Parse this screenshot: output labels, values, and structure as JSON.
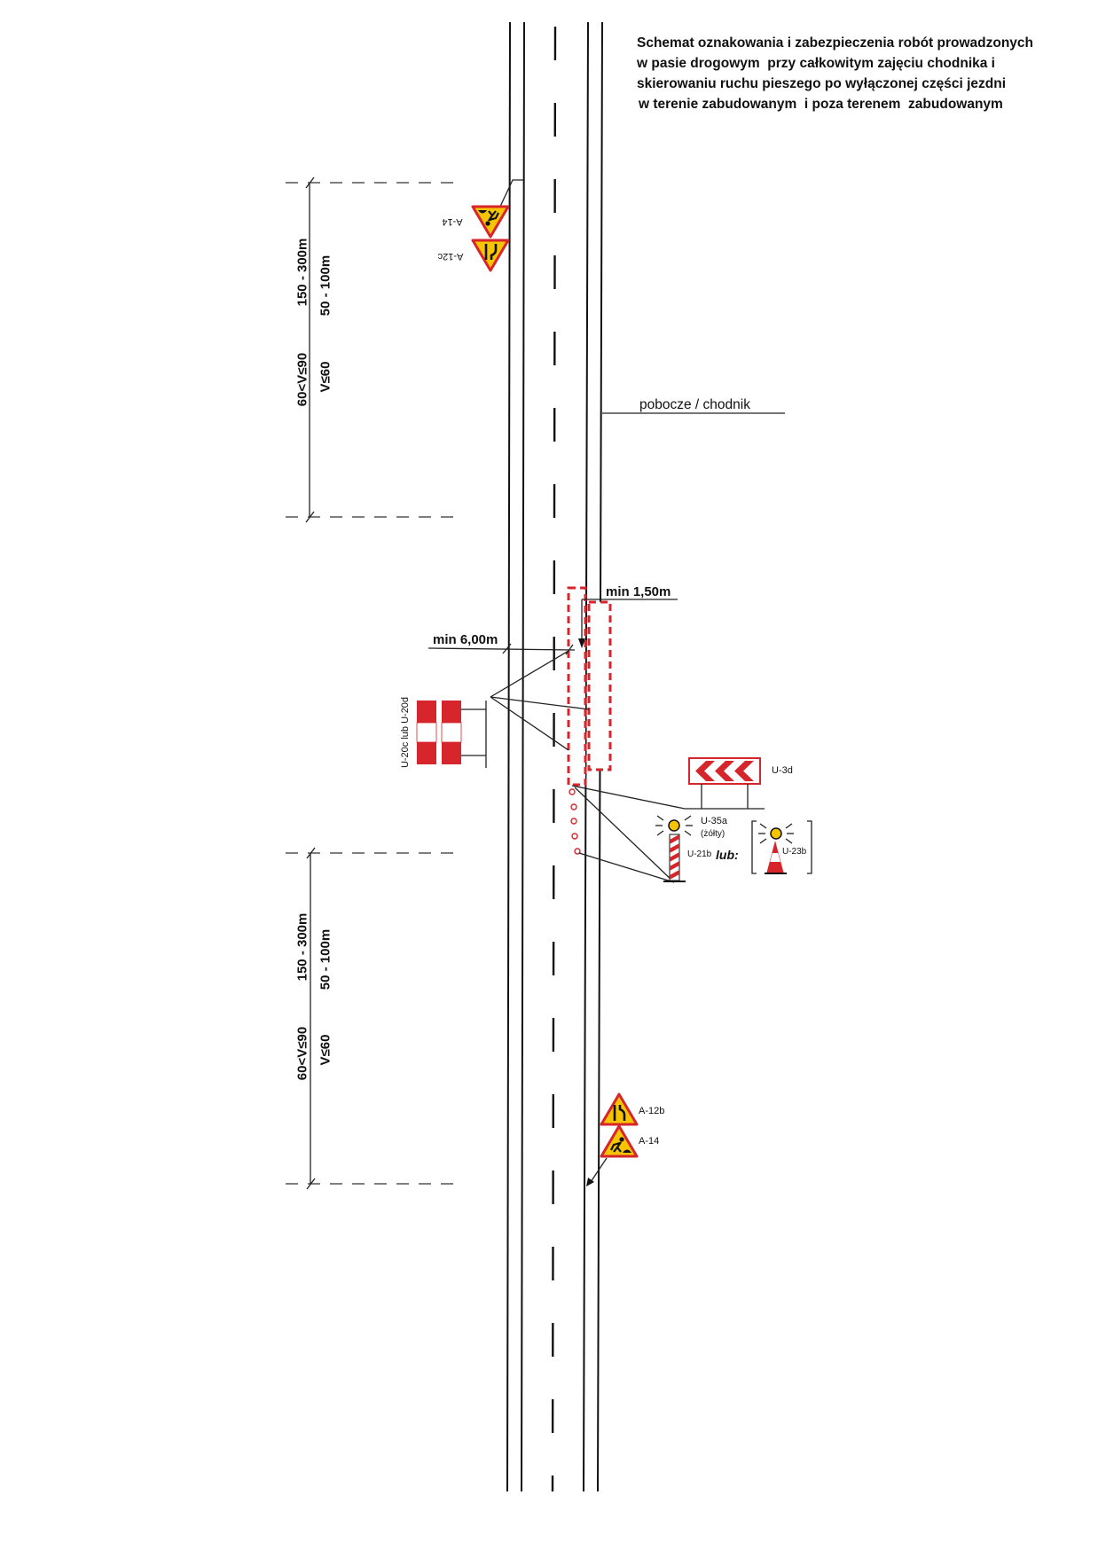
{
  "title": {
    "lines": [
      "Schemat oznakowania i zabezpieczenia robót prowadzonych",
      "w pasie drogowym  przy całkowitym zajęciu chodnika i",
      "skierowaniu ruchu pieszego po wyłączonej części jezdni",
      "w terenie zabudowanym  i poza terenem  zabudowanym"
    ]
  },
  "labels": {
    "shoulder": "pobocze / chodnik",
    "min_width": "min 1,50m",
    "min_distance": "min 6,00m"
  },
  "dimensions": [
    {
      "distance_high_speed": "150 - 300m",
      "distance_low_speed": "50 - 100m",
      "speed_high": "60<V≤90",
      "speed_low": "V≤60"
    },
    {
      "distance_high_speed": "150 - 300m",
      "distance_low_speed": "50 - 100m",
      "speed_high": "60<V≤90",
      "speed_low": "V≤60"
    }
  ],
  "signs": {
    "top_a14": {
      "code": "A-14",
      "icon": "roadworks-warning-sign-icon"
    },
    "top_a12c": {
      "code": "A-12c",
      "icon": "road-narrows-sign-icon"
    },
    "u20": {
      "code": "U-20c lub U-20d",
      "icon": "red-white-barrier-board-icon"
    },
    "u3d": {
      "code": "U-3d",
      "icon": "chevron-barrier-icon"
    },
    "u35a": {
      "code": "U-35a",
      "note": "(żółty)",
      "icon": "warning-light-icon"
    },
    "u21b": {
      "code": "U-21b",
      "icon": "striped-post-icon"
    },
    "alternative": {
      "text": "lub:"
    },
    "u23b": {
      "code": "U-23b",
      "icon": "traffic-cone-icon"
    },
    "bottom_a12b": {
      "code": "A-12b",
      "icon": "road-narrows-sign-icon"
    },
    "bottom_a14": {
      "code": "A-14",
      "icon": "roadworks-warning-sign-icon"
    }
  },
  "colors": {
    "sign_red": "#d6262b",
    "sign_yellow": "#f6c400",
    "line": "#111111"
  }
}
